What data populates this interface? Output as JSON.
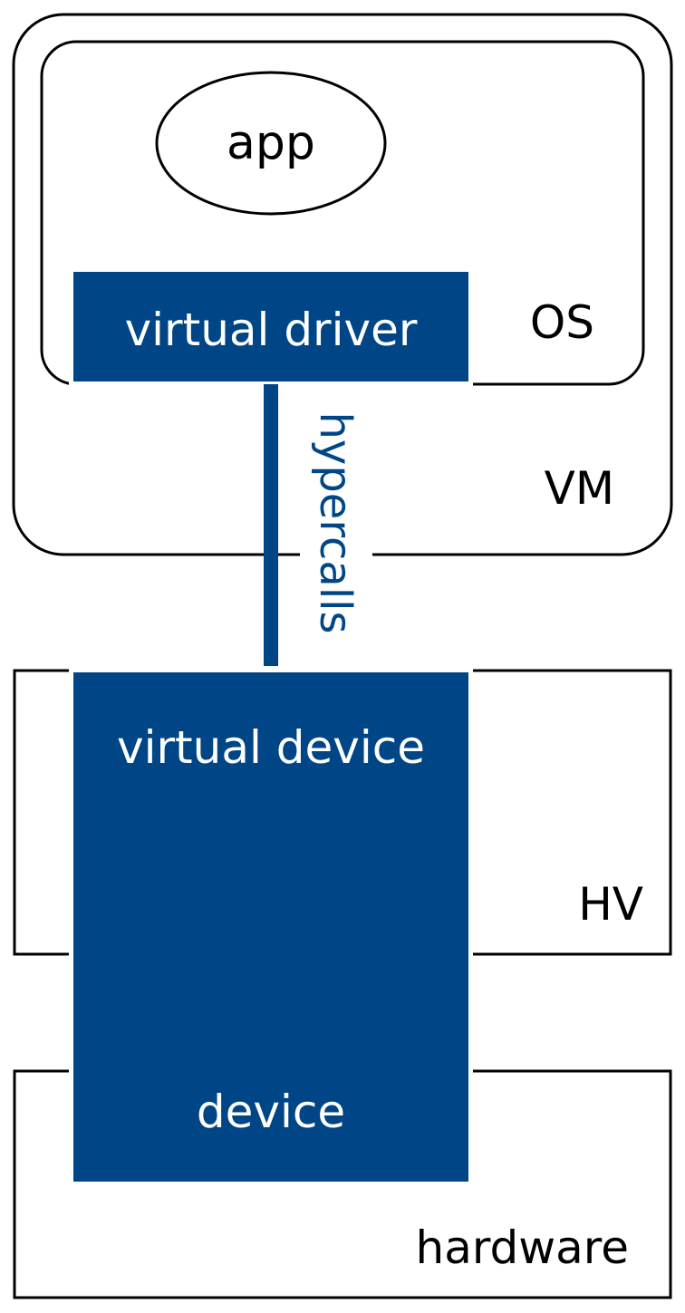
{
  "labels": {
    "vm": "VM",
    "os": "OS",
    "app": "app",
    "virtual_driver": "virtual driver",
    "hypercalls": "hypercalls",
    "virtual_device": "virtual device",
    "hv": "HV",
    "device": "device",
    "hardware": "hardware"
  },
  "colors": {
    "accent": "#004687",
    "outline": "#000000",
    "background": "#ffffff",
    "accent_text": "#ffffff"
  }
}
